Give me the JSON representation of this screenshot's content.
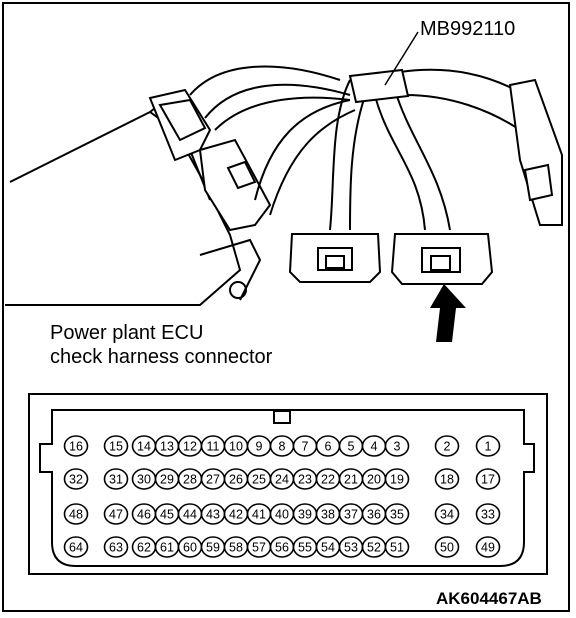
{
  "labels": {
    "tool_part_number": "MB992110",
    "caption_line1": "Power plant ECU",
    "caption_line2": "check harness connector",
    "figure_id": "AK604467AB"
  },
  "connector": {
    "rows": [
      [
        "16",
        "15",
        "14",
        "13",
        "12",
        "11",
        "10",
        "9",
        "8",
        "7",
        "6",
        "5",
        "4",
        "3",
        "2",
        "1"
      ],
      [
        "32",
        "31",
        "30",
        "29",
        "28",
        "27",
        "26",
        "25",
        "24",
        "23",
        "22",
        "21",
        "20",
        "19",
        "18",
        "17"
      ],
      [
        "48",
        "47",
        "46",
        "45",
        "44",
        "43",
        "42",
        "41",
        "40",
        "39",
        "38",
        "37",
        "36",
        "35",
        "34",
        "33"
      ],
      [
        "64",
        "63",
        "62",
        "61",
        "60",
        "59",
        "58",
        "57",
        "56",
        "55",
        "54",
        "53",
        "52",
        "51",
        "50",
        "49"
      ]
    ]
  }
}
